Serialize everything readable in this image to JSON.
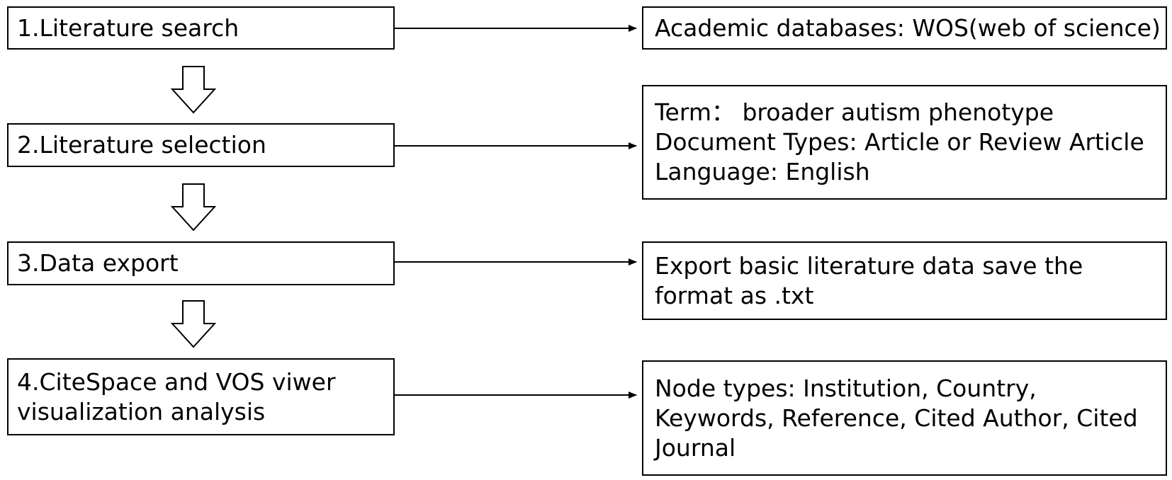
{
  "steps": [
    {
      "label": "1.Literature search"
    },
    {
      "label": "2.Literature selection"
    },
    {
      "label": "3.Data export"
    },
    {
      "label_lines": [
        "4.CiteSpace and VOS viwer",
        "visualization analysis"
      ]
    }
  ],
  "details": [
    {
      "lines": [
        "Academic databases: WOS(web of science)"
      ]
    },
    {
      "lines": [
        "Term： broader autism phenotype",
        "Document Types: Article or Review Article",
        "Language: English"
      ]
    },
    {
      "lines": [
        "Export basic literature data save the",
        "format as .txt"
      ]
    },
    {
      "lines": [
        "Node types: Institution, Country,",
        "Keywords, Reference, Cited Author, Cited",
        "Journal"
      ]
    }
  ]
}
